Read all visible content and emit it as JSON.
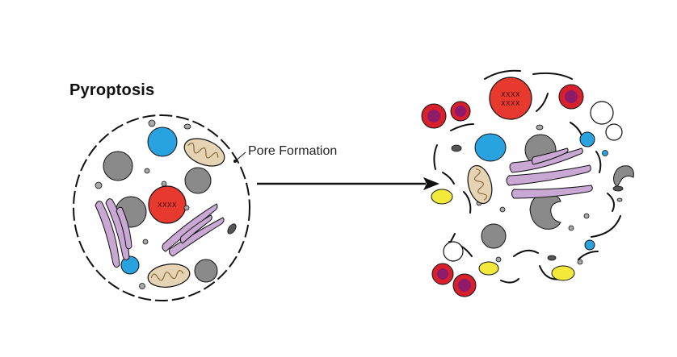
{
  "title": "Pyroptosis",
  "pore_label": "Pore Formation",
  "nucleus_intact_text": "XXXX",
  "nucleus_fragment_line1": "XXXX",
  "nucleus_fragment_line2": "XXXX",
  "colors": {
    "outline": "#111111",
    "nucleus": "#e8392f",
    "blue_vesicle": "#29a3e0",
    "gray_vesicle": "#8a8a8a",
    "small_gray": "#a8a8a8",
    "mitochondria": "#e6d3b3",
    "golgi": "#c9a9d4",
    "yellow_body": "#f2e93a",
    "red_ring": "#d8202c",
    "purple_core": "#8e1a6a"
  }
}
